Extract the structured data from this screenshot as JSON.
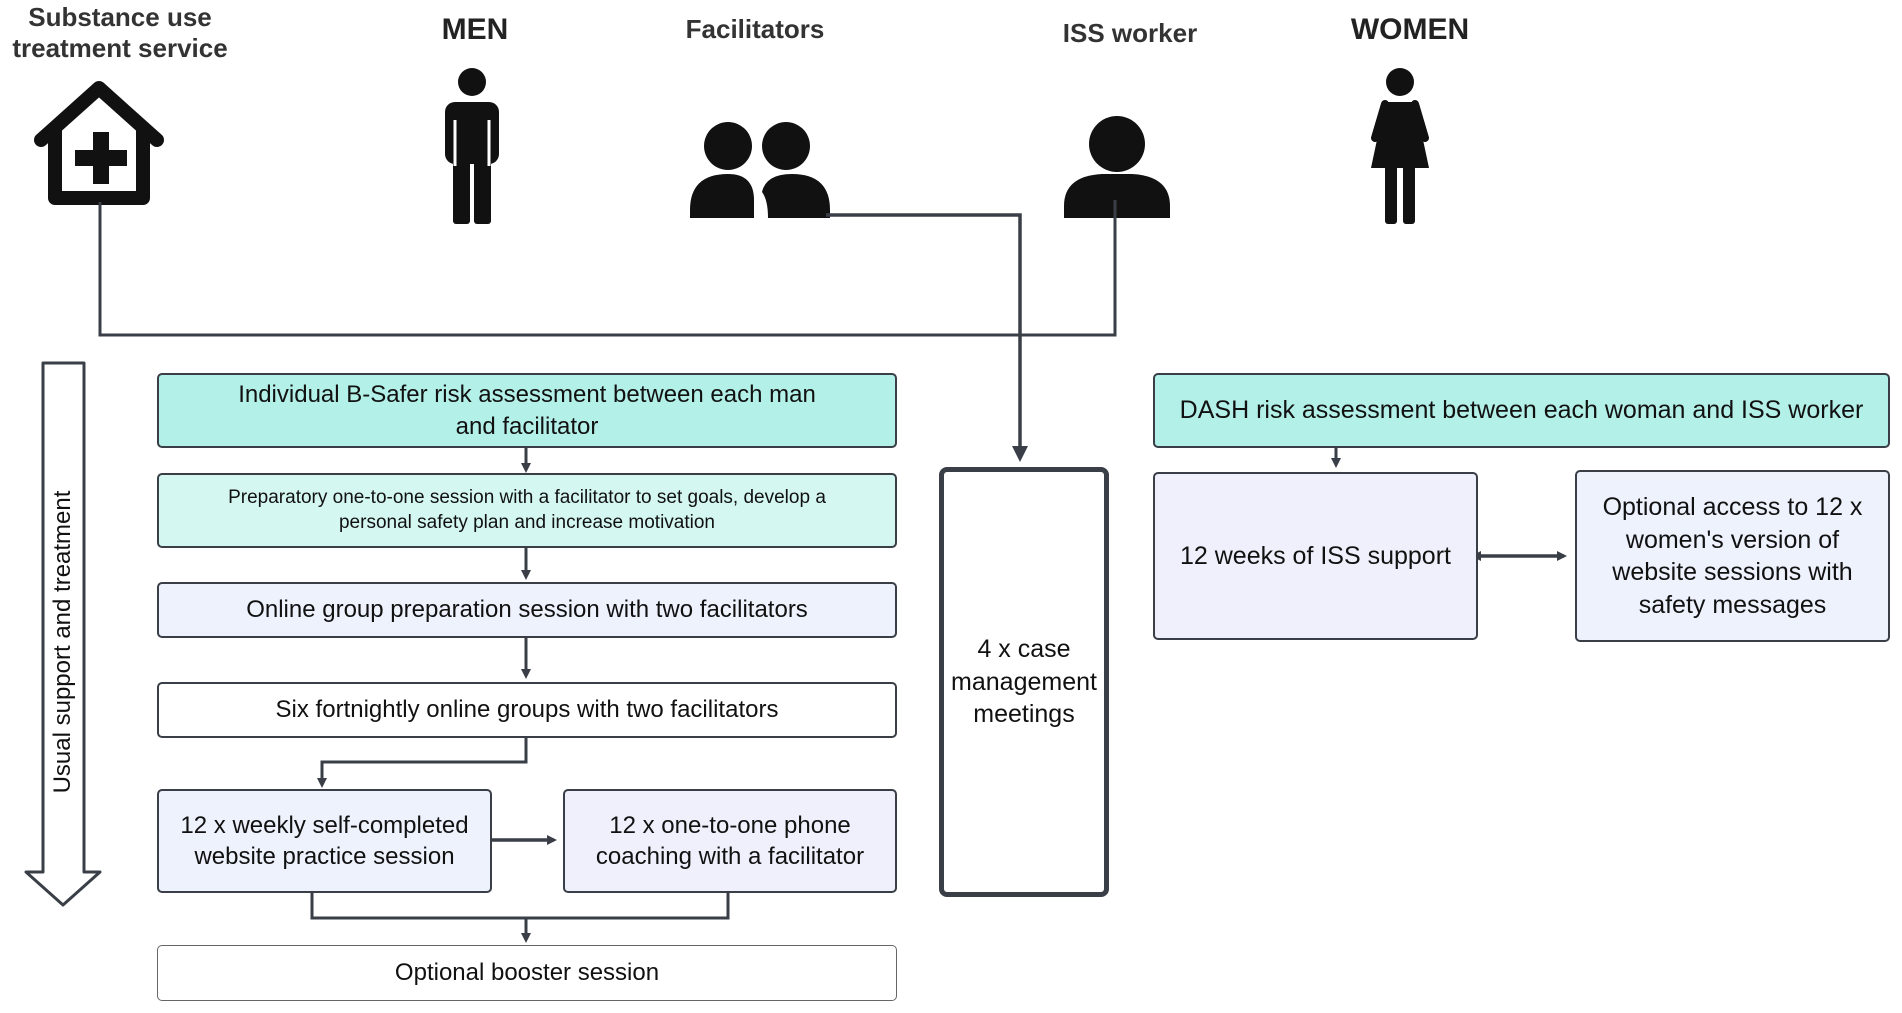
{
  "colors": {
    "teal": "#b3f0e8",
    "mint": "#d4f7f2",
    "lavender": "#eef2fd",
    "lilac": "#f0f0fc",
    "white": "#ffffff",
    "stroke": "#3a3f47"
  },
  "header": {
    "substance": "Substance use treatment service",
    "men": "MEN",
    "facilitators": "Facilitators",
    "iss_worker": "ISS worker",
    "women": "WOMEN"
  },
  "icons": {
    "substance": "house-plus-icon",
    "men": "man-icon",
    "facilitators": "two-people-icon",
    "iss_worker": "person-icon",
    "women": "woman-icon"
  },
  "side": {
    "usual_label": "Usual support and treatment"
  },
  "men_flow": {
    "bsafer": "Individual B-Safer risk assessment between each man and facilitator",
    "preparatory": "Preparatory one-to-one session with a facilitator to set goals, develop a personal safety plan and increase motivation",
    "group_prep": "Online group preparation session with two facilitators",
    "fortnightly": "Six fortnightly online groups with two facilitators",
    "website_practice": "12 x weekly self-completed website practice session",
    "phone_coaching": "12 x one-to-one phone coaching with a facilitator",
    "booster": "Optional booster session"
  },
  "case_management": "4 x case management meetings",
  "women_flow": {
    "dash": "DASH risk assessment between each woman and ISS worker",
    "iss_support": "12 weeks of ISS support",
    "optional_access": "Optional access to 12 x women's version of website sessions with safety messages"
  }
}
